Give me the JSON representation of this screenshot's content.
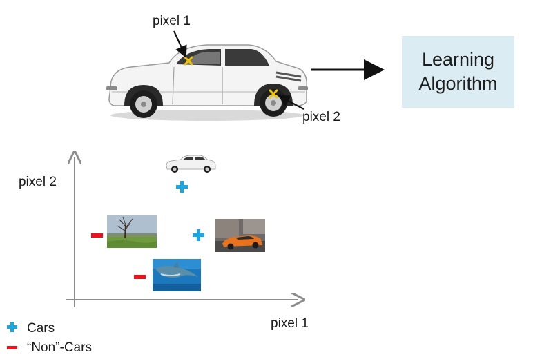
{
  "top": {
    "pixel1_label": "pixel 1",
    "pixel2_label": "pixel 2",
    "learning_box": {
      "line1": "Learning",
      "line2": "Algorithm"
    }
  },
  "plot": {
    "ylabel": "pixel 2",
    "xlabel": "pixel 1"
  },
  "legend": {
    "items": [
      {
        "marker": "+",
        "label": "Cars"
      },
      {
        "marker": "-",
        "label": "“Non”-Cars"
      }
    ]
  },
  "colors": {
    "plus": "#1aa6e0",
    "minus": "#e8141e",
    "marker_x": "#f2c400",
    "box": "#dbecf3",
    "axis": "#8c8c8c"
  },
  "icons": {
    "car_photo": "car-icon",
    "tree_photo": "tree-landscape-icon",
    "sportscar_photo": "sports-car-icon",
    "dolphin_photo": "dolphin-icon"
  }
}
